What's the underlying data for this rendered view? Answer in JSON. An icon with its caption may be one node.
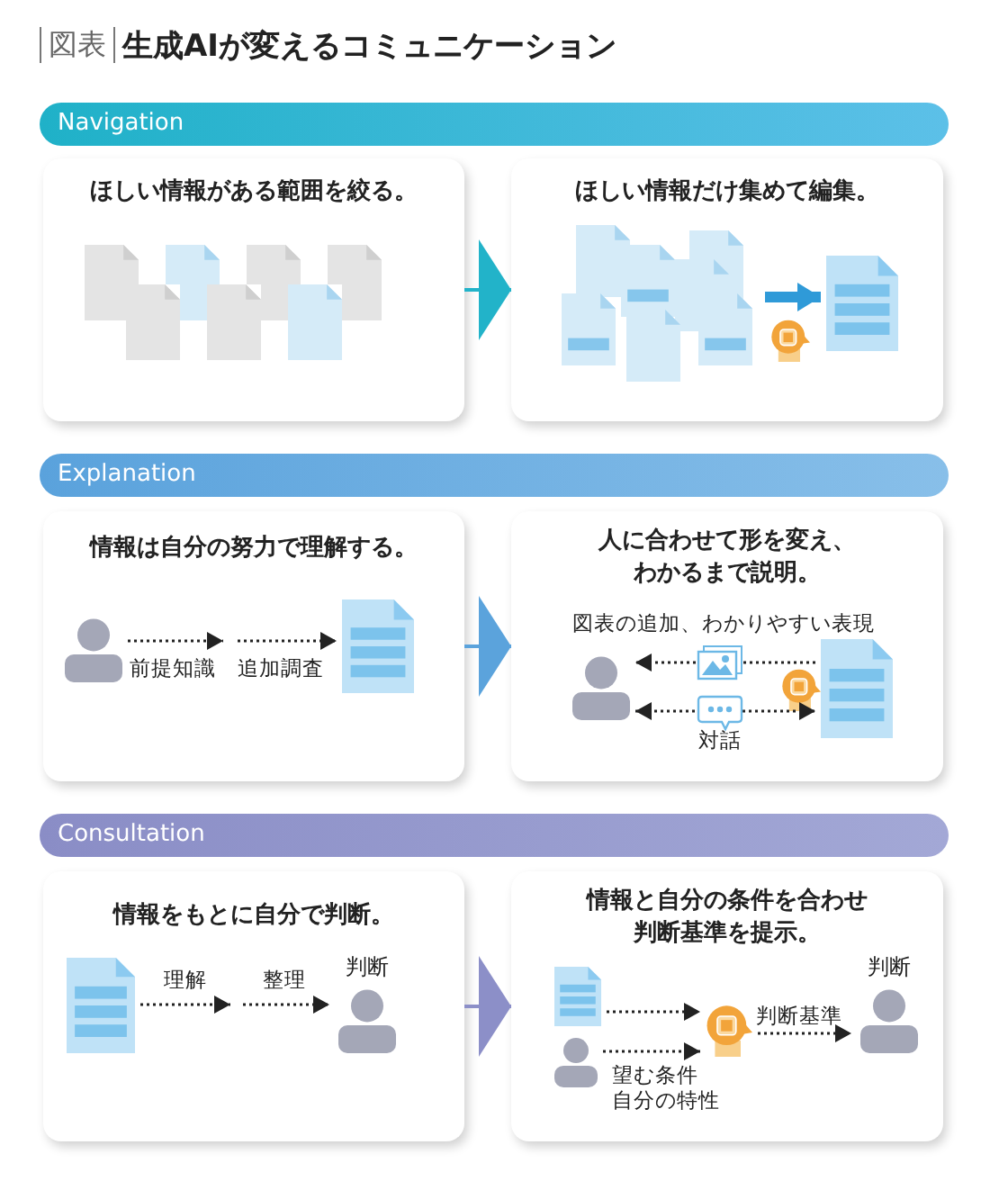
{
  "diagram": {
    "title": "生成AIが変えるコミュニケーション",
    "nodes": [
      {
        "text": [
          "Navigation"
        ]
      },
      {
        "text": [
          "ほしい情報がある範囲を絞る。"
        ]
      },
      {
        "text": [
          "ほしい情報だけ集めて編集。"
        ]
      },
      {
        "text": [],
        "shape": "document",
        "in": 2
      },
      {
        "text": [],
        "shape": "document",
        "in": 2
      },
      {
        "text": [
          "Explanation"
        ]
      },
      {
        "text": [
          "情報は自分の努力で理解する。"
        ]
      },
      {
        "text": [],
        "shape": "person",
        "in": 6
      },
      {
        "text": [],
        "shape": "document",
        "in": 6
      },
      {
        "text": [
          "人に合わせて形を変え、わかるまで説明。"
        ]
      },
      {
        "text": [],
        "shape": "person",
        "in": 9
      },
      {
        "text": [],
        "shape": "document",
        "in": 9
      },
      {
        "text": [
          "Consultation"
        ]
      },
      {
        "text": [
          "情報をもとに自分で判断。"
        ]
      },
      {
        "text": [],
        "shape": "document",
        "in": 13
      },
      {
        "text": [],
        "shape": "person",
        "in": 13,
        "beside": [
          "判断"
        ]
      },
      {
        "text": [
          "情報と自分の条件を合わせ判断基準を提示。"
        ]
      },
      {
        "text": [],
        "shape": "document",
        "in": 16
      },
      {
        "text": [],
        "shape": "person",
        "in": 16
      },
      {
        "text": [],
        "shape": "head",
        "in": 16
      },
      {
        "text": [],
        "shape": "person",
        "in": 16,
        "beside": [
          "判断"
        ]
      }
    ],
    "edges": [
      {
        "from": 1,
        "to": 2,
        "arrow": "to",
        "color": "#22b3c9"
      },
      {
        "from": 3,
        "to": 4,
        "arrow": "to",
        "style": "thick",
        "color": "#2f9ad8"
      },
      {
        "from": 7,
        "to": null,
        "arrow": "to",
        "label": "前提知識",
        "style": "dashed"
      },
      {
        "from": null,
        "to": 8,
        "arrow": "to",
        "label": "追加調査",
        "style": "dashed"
      },
      {
        "from": 6,
        "to": 9,
        "arrow": "to",
        "color": "#5ba3dc"
      },
      {
        "from": 11,
        "to": 10,
        "arrow": "to",
        "label": "図表の追加、わかりやすい表現",
        "style": "dashed"
      },
      {
        "from": 10,
        "to": 11,
        "arrow": "both",
        "label": "対話",
        "style": "dashed"
      },
      {
        "from": 13,
        "to": 16,
        "arrow": "to",
        "color": "#8c8fc8"
      },
      {
        "from": 14,
        "to": null,
        "arrow": "to",
        "label": "理解",
        "style": "dashed"
      },
      {
        "from": null,
        "to": 15,
        "arrow": "to",
        "label": "整理",
        "style": "dashed"
      },
      {
        "from": 17,
        "to": 19,
        "arrow": "to",
        "style": "dashed"
      },
      {
        "from": 18,
        "to": 19,
        "arrow": "to",
        "label": "望む条件自分の特性",
        "style": "dashed"
      },
      {
        "from": 19,
        "to": 20,
        "arrow": "to",
        "label": "判断基準",
        "style": "dashed"
      }
    ],
    "labels": [
      "図表"
    ]
  }
}
